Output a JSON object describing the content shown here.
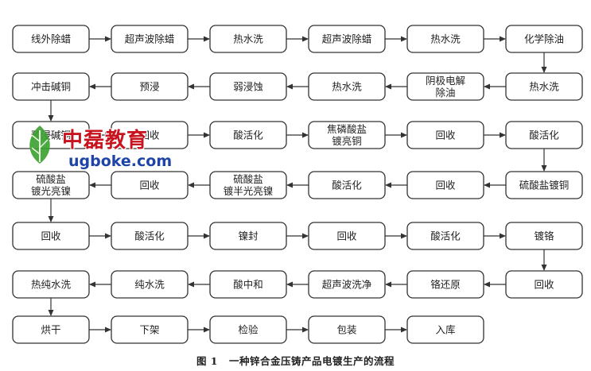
{
  "diagram": {
    "nodes": [
      {
        "id": "n1",
        "lines": [
          "线外除蜡"
        ]
      },
      {
        "id": "n2",
        "lines": [
          "超声波除蜡"
        ]
      },
      {
        "id": "n3",
        "lines": [
          "热水洗"
        ]
      },
      {
        "id": "n4",
        "lines": [
          "超声波除蜡"
        ]
      },
      {
        "id": "n5",
        "lines": [
          "热水洗"
        ]
      },
      {
        "id": "n6",
        "lines": [
          "化学除油"
        ]
      },
      {
        "id": "n7",
        "lines": [
          "热水洗"
        ]
      },
      {
        "id": "n8",
        "lines": [
          "阴极电解",
          "除油"
        ]
      },
      {
        "id": "n9",
        "lines": [
          "热水洗"
        ]
      },
      {
        "id": "n10",
        "lines": [
          "弱浸蚀"
        ]
      },
      {
        "id": "n11",
        "lines": [
          "预浸"
        ]
      },
      {
        "id": "n12",
        "lines": [
          "冲击碱铜"
        ]
      },
      {
        "id": "n13",
        "lines": [
          "预浸碱铜"
        ]
      },
      {
        "id": "n14",
        "lines": [
          "回收"
        ]
      },
      {
        "id": "n15",
        "lines": [
          "酸活化"
        ]
      },
      {
        "id": "n16",
        "lines": [
          "焦磷酸盐",
          "镀亮铜"
        ]
      },
      {
        "id": "n17",
        "lines": [
          "回收"
        ]
      },
      {
        "id": "n18",
        "lines": [
          "酸活化"
        ]
      },
      {
        "id": "n19",
        "lines": [
          "硫酸盐镀铜"
        ]
      },
      {
        "id": "n20",
        "lines": [
          "回收"
        ]
      },
      {
        "id": "n21",
        "lines": [
          "酸活化"
        ]
      },
      {
        "id": "n22",
        "lines": [
          "硫酸盐",
          "镀半光亮镍"
        ]
      },
      {
        "id": "n23",
        "lines": [
          "回收"
        ]
      },
      {
        "id": "n24",
        "lines": [
          "硫酸盐",
          "镀光亮镍"
        ]
      },
      {
        "id": "n25",
        "lines": [
          "回收"
        ]
      },
      {
        "id": "n26",
        "lines": [
          "酸活化"
        ]
      },
      {
        "id": "n27",
        "lines": [
          "镍封"
        ]
      },
      {
        "id": "n28",
        "lines": [
          "回收"
        ]
      },
      {
        "id": "n29",
        "lines": [
          "酸活化"
        ]
      },
      {
        "id": "n30",
        "lines": [
          "镀铬"
        ]
      },
      {
        "id": "n31",
        "lines": [
          "回收"
        ]
      },
      {
        "id": "n32",
        "lines": [
          "铬还原"
        ]
      },
      {
        "id": "n33",
        "lines": [
          "超声波洗净"
        ]
      },
      {
        "id": "n34",
        "lines": [
          "酸中和"
        ]
      },
      {
        "id": "n35",
        "lines": [
          "纯水洗"
        ]
      },
      {
        "id": "n36",
        "lines": [
          "热纯水洗"
        ]
      },
      {
        "id": "n37",
        "lines": [
          "烘干"
        ]
      },
      {
        "id": "n38",
        "lines": [
          "下架"
        ]
      },
      {
        "id": "n39",
        "lines": [
          "检验"
        ]
      },
      {
        "id": "n40",
        "lines": [
          "包装"
        ]
      },
      {
        "id": "n41",
        "lines": [
          "入库"
        ]
      }
    ],
    "edges": [
      [
        "n1",
        "n2"
      ],
      [
        "n2",
        "n3"
      ],
      [
        "n3",
        "n4"
      ],
      [
        "n4",
        "n5"
      ],
      [
        "n5",
        "n6"
      ],
      [
        "n6",
        "n7"
      ],
      [
        "n7",
        "n8"
      ],
      [
        "n8",
        "n9"
      ],
      [
        "n9",
        "n10"
      ],
      [
        "n10",
        "n11"
      ],
      [
        "n11",
        "n12"
      ],
      [
        "n12",
        "n13"
      ],
      [
        "n13",
        "n14"
      ],
      [
        "n14",
        "n15"
      ],
      [
        "n15",
        "n16"
      ],
      [
        "n16",
        "n17"
      ],
      [
        "n17",
        "n18"
      ],
      [
        "n18",
        "n19"
      ],
      [
        "n19",
        "n20"
      ],
      [
        "n20",
        "n21"
      ],
      [
        "n21",
        "n22"
      ],
      [
        "n22",
        "n23"
      ],
      [
        "n23",
        "n24"
      ],
      [
        "n24",
        "n25"
      ],
      [
        "n25",
        "n26"
      ],
      [
        "n26",
        "n27"
      ],
      [
        "n27",
        "n28"
      ],
      [
        "n28",
        "n29"
      ],
      [
        "n29",
        "n30"
      ],
      [
        "n30",
        "n31"
      ],
      [
        "n31",
        "n32"
      ],
      [
        "n32",
        "n33"
      ],
      [
        "n33",
        "n34"
      ],
      [
        "n34",
        "n35"
      ],
      [
        "n35",
        "n36"
      ],
      [
        "n36",
        "n37"
      ],
      [
        "n37",
        "n38"
      ],
      [
        "n38",
        "n39"
      ],
      [
        "n39",
        "n40"
      ],
      [
        "n40",
        "n41"
      ]
    ]
  },
  "caption": {
    "figure_label": "图 1",
    "title": "一种锌合金压铸产品电镀生产的流程"
  },
  "watermark": {
    "brand_cn": "中磊教育",
    "brand_en": "ugboke.com",
    "colors": {
      "cn": "#c8141e",
      "en": "#1f44a8",
      "leaf": "#3aa12e"
    }
  }
}
